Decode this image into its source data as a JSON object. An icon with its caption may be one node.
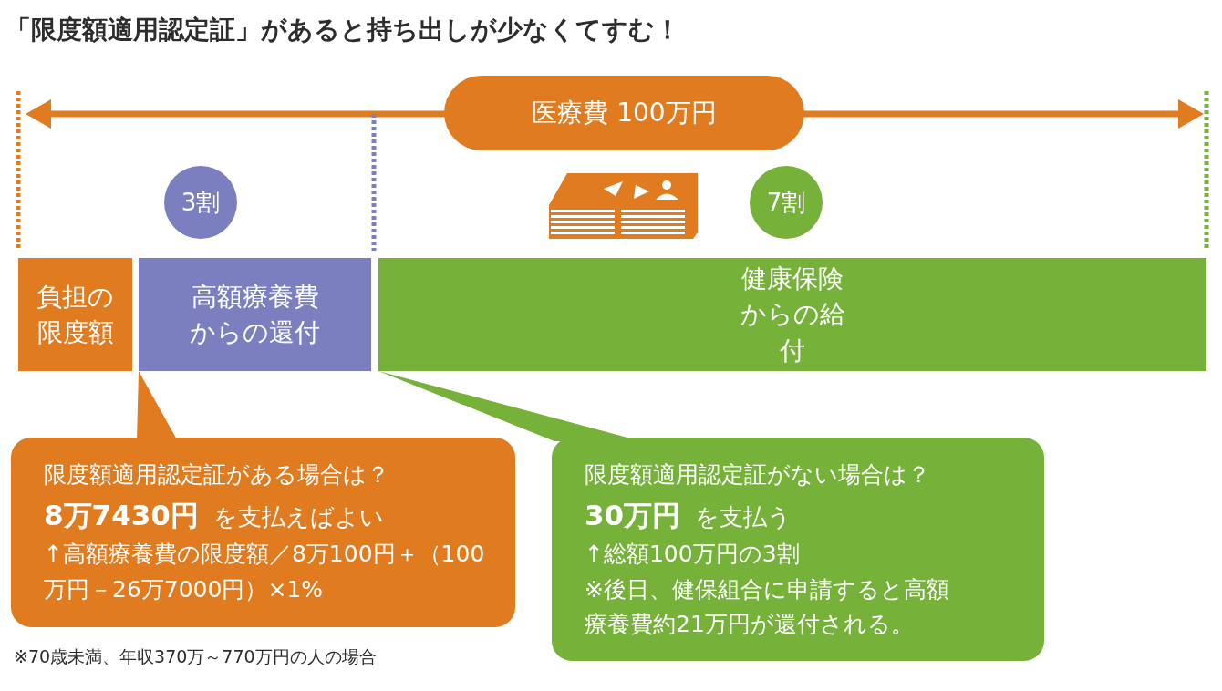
{
  "diagram": {
    "title": "「限度額適用認定証」があると持ち出しが少なくてすむ！",
    "nodes": [
      {
        "text": [
          "医療費 100万円"
        ]
      },
      {
        "text": [
          "3割"
        ]
      },
      {
        "text": [
          "7割"
        ]
      },
      {
        "text": [
          "負担の限度額"
        ]
      },
      {
        "text": [
          "高額療養費からの還付"
        ]
      },
      {
        "text": [
          "健康保険からの給付"
        ]
      },
      {
        "text": [
          "限度額適用認定証がある場合は？",
          "**8万7430円** を支払えばよい",
          "↑高額療養費の限度額／8万100円＋（100万円－26万7000円）×1%"
        ]
      },
      {
        "text": [
          "限度額適用認定証がない場合は？",
          "**30万円** を支払う",
          "↑総額100万円の3割",
          "※後日、健保組合に申請すると高額療養費約21万円が還付される。"
        ]
      }
    ],
    "edges": [
      {
        "from": 6,
        "to": 4,
        "arrow": "to"
      },
      {
        "from": 7,
        "to": 5,
        "arrow": "to"
      }
    ],
    "labels": [
      "※70歳未満、年収370万～770万円の人の場合"
    ]
  }
}
